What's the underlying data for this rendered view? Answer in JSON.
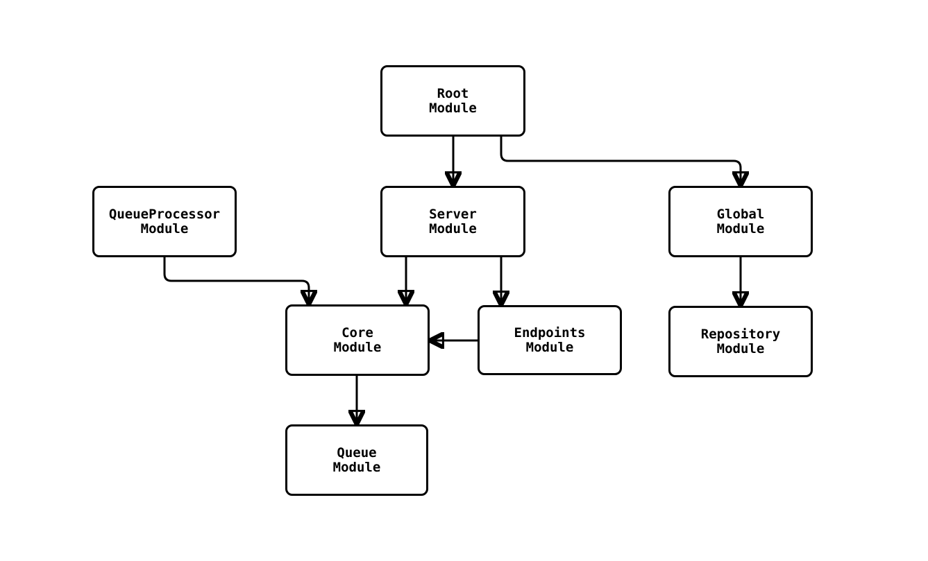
{
  "diagram": {
    "kind": "module-dependency-diagram",
    "colors": {
      "background": "#ffffff",
      "node_fill": "#ffffff",
      "node_border": "#000000",
      "edge_stroke": "#000000",
      "text": "#000000"
    },
    "nodes": [
      {
        "id": "root",
        "label": "Root Module",
        "line1": "Root",
        "line2": "Module"
      },
      {
        "id": "queueprocessor",
        "label": "QueueProcessor Module",
        "line1": "QueueProcessor",
        "line2": "Module"
      },
      {
        "id": "server",
        "label": "Server Module",
        "line1": "Server",
        "line2": "Module"
      },
      {
        "id": "global",
        "label": "Global Module",
        "line1": "Global",
        "line2": "Module"
      },
      {
        "id": "core",
        "label": "Core Module",
        "line1": "Core",
        "line2": "Module"
      },
      {
        "id": "endpoints",
        "label": "Endpoints Module",
        "line1": "Endpoints",
        "line2": "Module"
      },
      {
        "id": "repository",
        "label": "Repository Module",
        "line1": "Repository",
        "line2": "Module"
      },
      {
        "id": "queue",
        "label": "Queue Module",
        "line1": "Queue",
        "line2": "Module"
      }
    ],
    "edges": [
      {
        "from": "root",
        "to": "server"
      },
      {
        "from": "root",
        "to": "global"
      },
      {
        "from": "queueprocessor",
        "to": "core"
      },
      {
        "from": "server",
        "to": "core"
      },
      {
        "from": "server",
        "to": "endpoints"
      },
      {
        "from": "endpoints",
        "to": "core"
      },
      {
        "from": "global",
        "to": "repository"
      },
      {
        "from": "core",
        "to": "queue"
      }
    ]
  }
}
